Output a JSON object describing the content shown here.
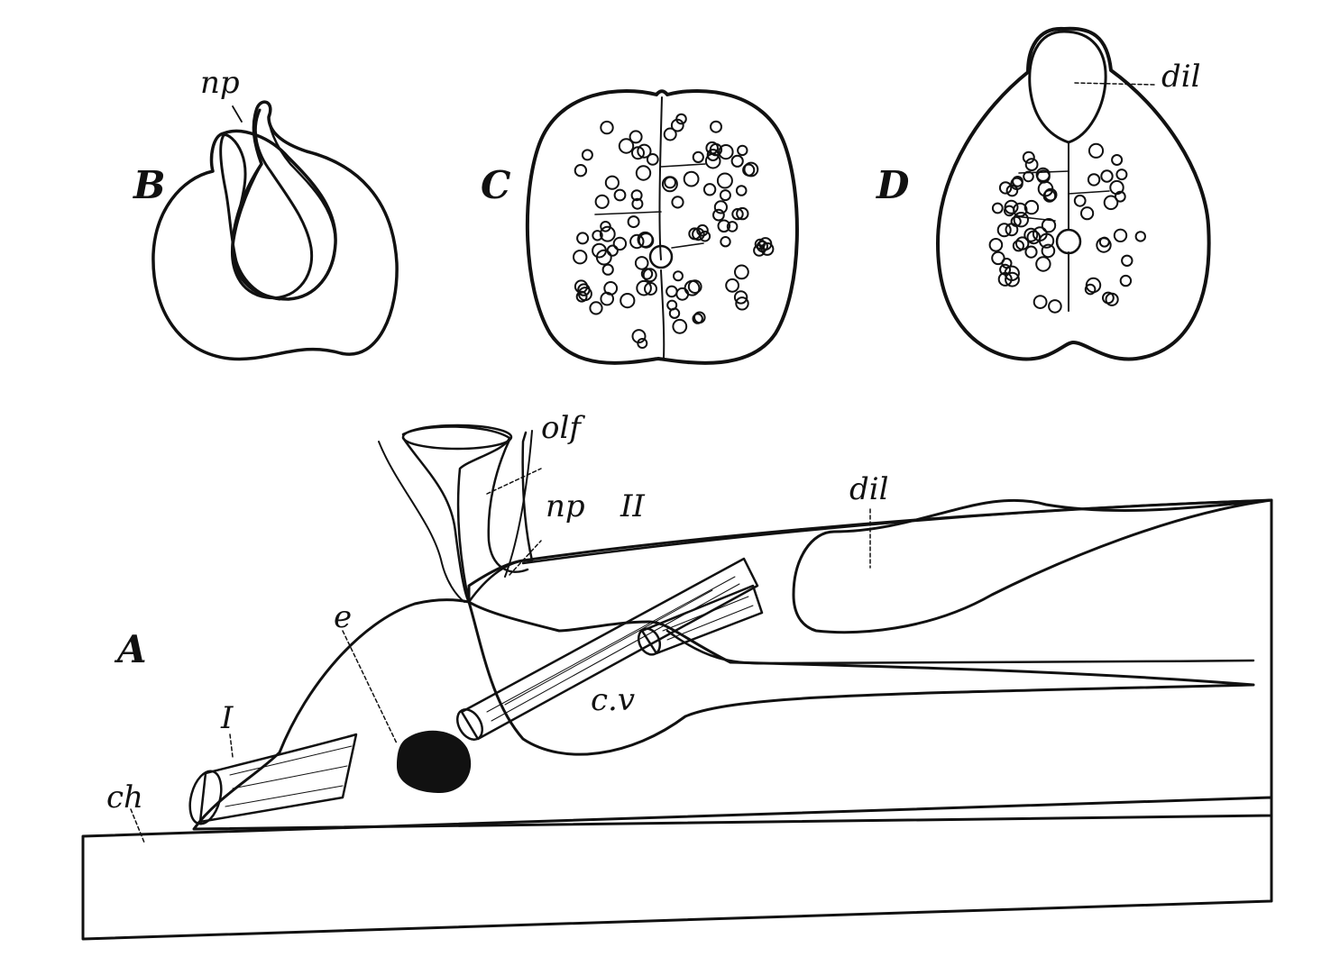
{
  "figure": {
    "panels": [
      {
        "id": "B",
        "label": "B"
      },
      {
        "id": "C",
        "label": "C"
      },
      {
        "id": "D",
        "label": "D"
      },
      {
        "id": "A",
        "label": "A"
      }
    ],
    "labels": {
      "b_np": "np",
      "d_dil": "dil",
      "a_olf": "olf",
      "a_np": "np",
      "a_II": "II",
      "a_dil": "dil",
      "a_e": "e",
      "a_cv": "c.v",
      "a_I": "I",
      "a_ch": "ch"
    },
    "colors": {
      "ink": "#111111",
      "paper": "#ffffff"
    }
  }
}
